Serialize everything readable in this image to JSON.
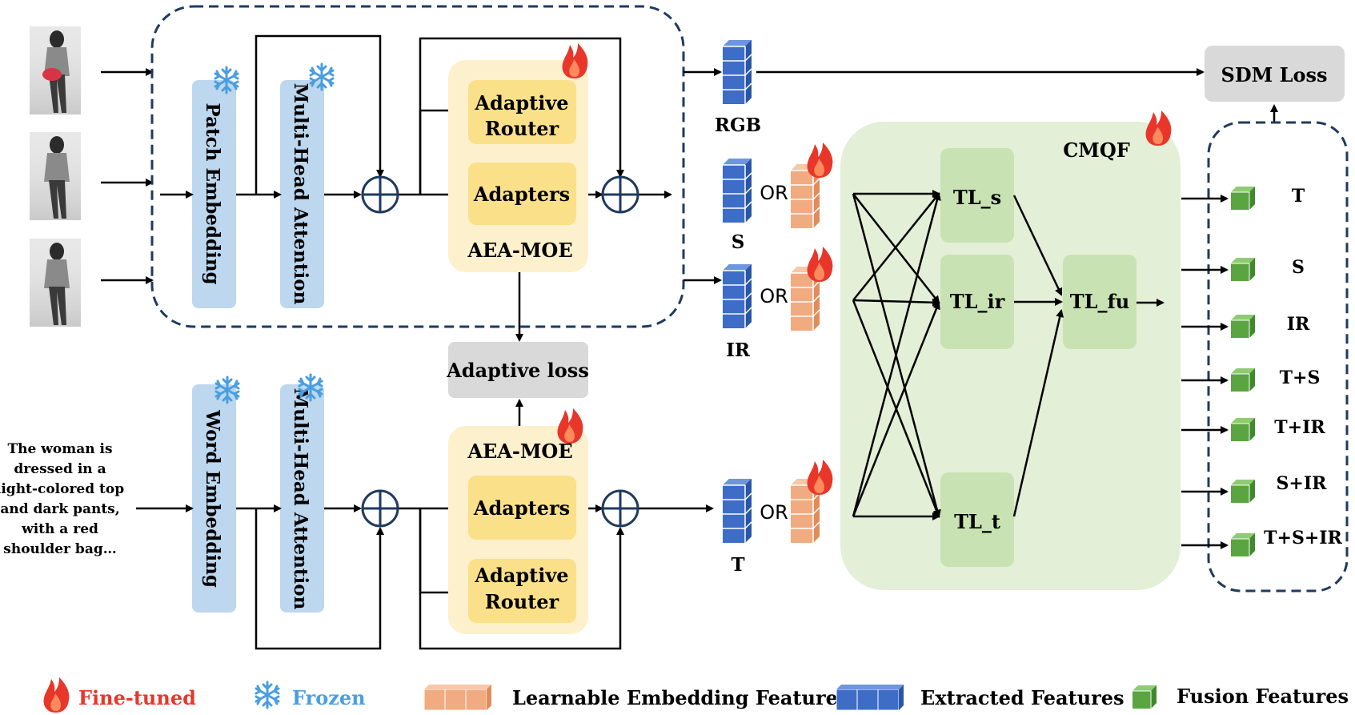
{
  "labels": {
    "patch_embedding": "Patch Embedding",
    "multi_head_attention_top": "Multi-Head Attention",
    "word_embedding": "Word Embedding",
    "multi_head_attention_bottom": "Multi-Head Attention",
    "adaptive_router_top": [
      "Adaptive",
      "Router"
    ],
    "adapters_top": "Adapters",
    "aea_moe_top": "AEA-MOE",
    "adaptive_router_bottom": [
      "Adaptive",
      "Router"
    ],
    "adapters_bottom": "Adapters",
    "aea_moe_bottom": "AEA-MOE",
    "adaptive_loss": "Adaptive loss",
    "sdm_loss": "SDM Loss",
    "cmqf": "CMQF",
    "tl_s": "TL_s",
    "tl_ir": "TL_ir",
    "tl_t": "TL_t",
    "tl_fu": "TL_fu",
    "feat_rgb": "RGB",
    "feat_s": "S",
    "feat_ir": "IR",
    "feat_t": "T",
    "or": "OR",
    "caption_lines": [
      "The woman is",
      "dressed in a",
      "light-colored top",
      "and dark pants,",
      "with a red",
      "shoulder bag…"
    ]
  },
  "outputs": [
    "T",
    "S",
    "IR",
    "T+S",
    "T+IR",
    "S+IR",
    "T+S+IR"
  ],
  "legend": {
    "fine_tuned": "Fine-tuned",
    "frozen": "Frozen",
    "learnable": "Learnable Embedding Features",
    "extracted": "Extracted Features",
    "fusion": "Fusion Features"
  },
  "colors": {
    "frozen_block": "#bcd7ee",
    "moe_bg": "#fdf0cc",
    "moe_block": "#fbe08a",
    "loss_block": "#d9d9d9",
    "cmqf_bg": "#e3efd6",
    "tl_block": "#c9e2b3",
    "extracted_cube": "#3d6dc7",
    "learnable_cube": "#f0ab80",
    "fusion_cube": "#5aa542",
    "dashed": "#1f3a5f",
    "fire": "#e8372a",
    "snow": "#4a9ee0"
  },
  "icons": [
    "fire-icon",
    "snowflake-icon",
    "person-image"
  ]
}
